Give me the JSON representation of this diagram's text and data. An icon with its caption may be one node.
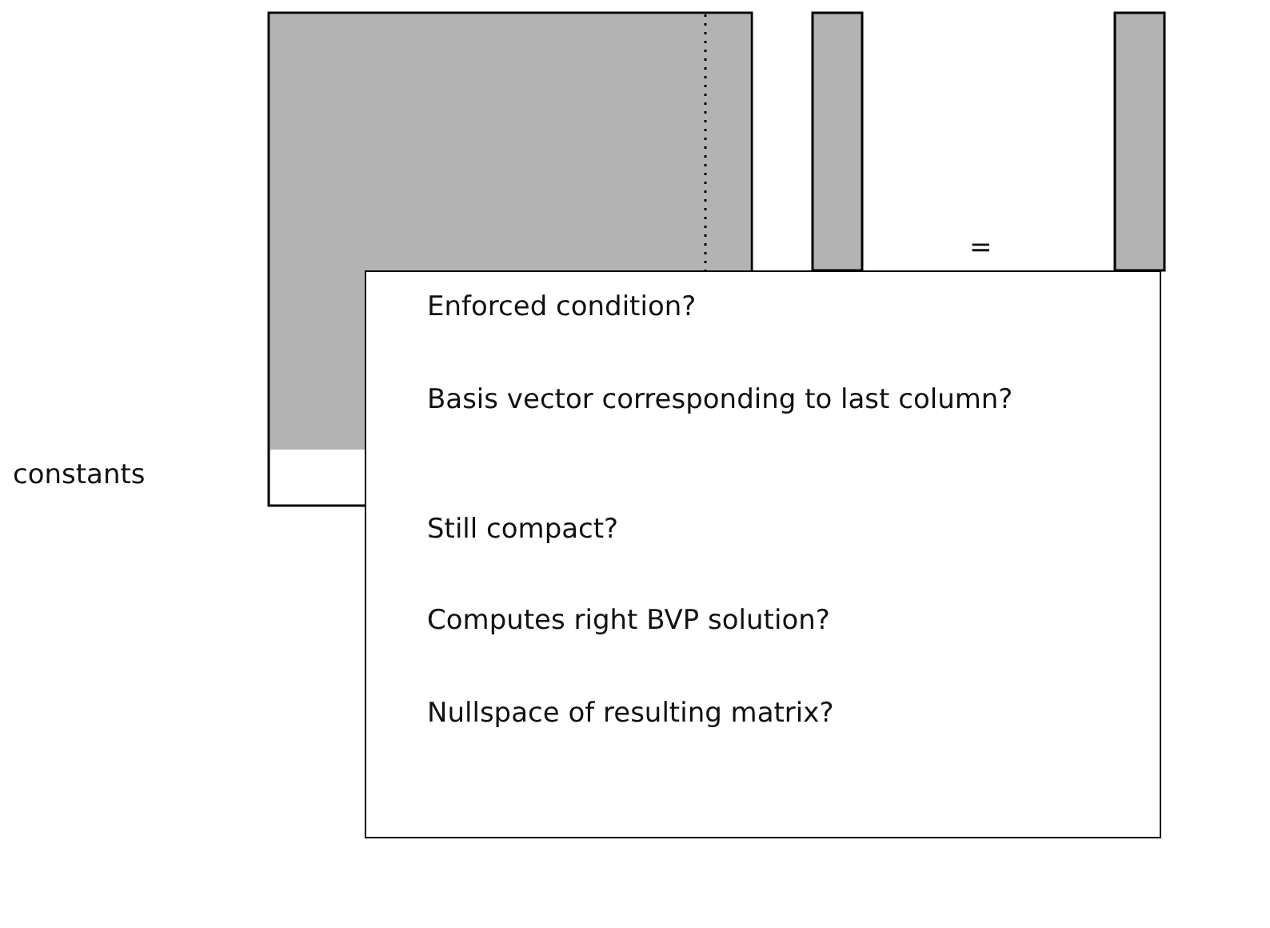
{
  "diagram": {
    "nodes": [
      {
        "text": [
          "Enforced condition?",
          "Basis vector corresponding to last column?",
          "Still compact?",
          "Computes right BVP solution?",
          "Nullspace of resulting matrix?"
        ]
      }
    ],
    "labels": [
      "=",
      "constants"
    ]
  }
}
